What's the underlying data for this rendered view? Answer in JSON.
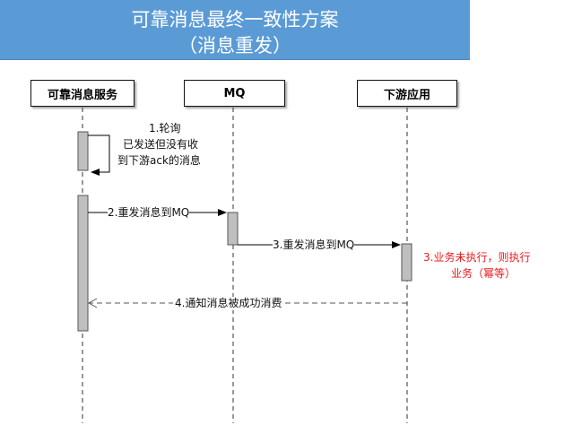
{
  "title": {
    "line1": "可靠消息最终一致性方案",
    "line2": "（消息重发）"
  },
  "actors": [
    {
      "label": "可靠消息服务"
    },
    {
      "label": "MQ"
    },
    {
      "label": "下游应用"
    }
  ],
  "messages": {
    "step1": {
      "line1": "1.轮询",
      "line2": "已发送但没有收",
      "line3": "到下游ack的消息"
    },
    "step2": "2.重发消息到MQ",
    "step3": "3.重发消息到MQ",
    "step3_note": {
      "line1": "3.业务未执行，则执行",
      "line2": "业务（幂等）"
    },
    "step4": "4.通知消息被成功消费"
  },
  "colors": {
    "title_bg": "#5b9bd5",
    "activation": "#bfbfbf",
    "note_red": "#e8191b"
  }
}
